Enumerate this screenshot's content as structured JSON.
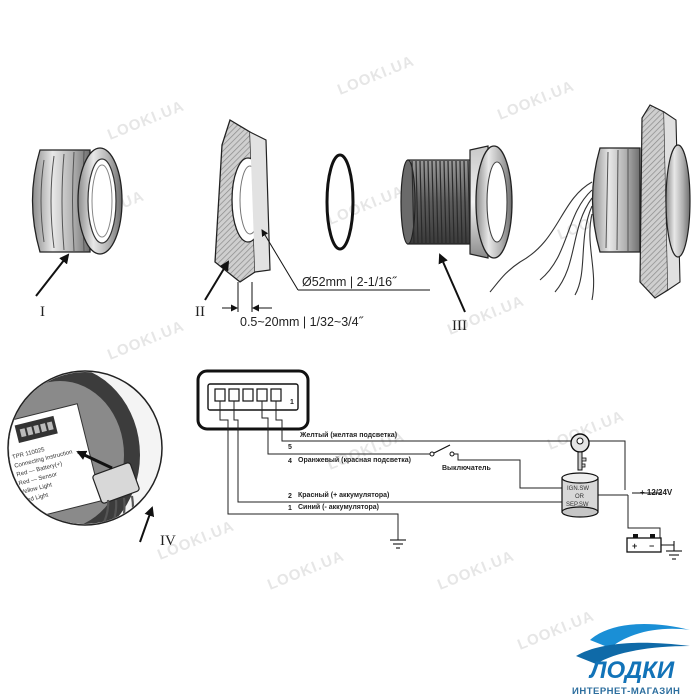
{
  "labels": {
    "part_1": "I",
    "part_2": "II",
    "part_3": "III",
    "part_4": "IV"
  },
  "dimensions": {
    "hole_diameter": "Ø52mm | 2-1/16˝",
    "panel_thickness": "0.5~20mm | 1/32~3/4˝"
  },
  "wiring": {
    "pin_1": "1",
    "pin_2": "2",
    "pin_4": "4",
    "pin_5": "5",
    "wire_1": "Синий (- аккумулятора)",
    "wire_2": "Красный (+ аккумулятора)",
    "wire_4": "Оранжевый (красная подсветка)",
    "wire_5": "Желтый (желтая подсветка)",
    "switch": "Выключатель",
    "ign_1": "IGN.SW",
    "ign_2": "OR",
    "ign_3": "SEP.SW",
    "voltage": "+ 12/24V",
    "battery_plus": "+",
    "battery_minus": "−"
  },
  "inset_sticker": [
    "TPR 110025",
    "Connecting Instruction",
    "Red — Battery(+)",
    "Red — Sensor",
    "Yellow Light",
    "Red Light"
  ],
  "watermark": "LOOKI.UA",
  "logo": {
    "name": "ЛОДКИ",
    "subtitle": "ИНТЕРНЕТ-МАГАЗИН"
  },
  "colors": {
    "line": "#222222",
    "metal_light": "#e8e8e8",
    "metal_mid": "#b4b4b4",
    "metal_dark": "#7a7a7a",
    "logo_blue": "#1273b8",
    "watermark": "#e6e6e6"
  }
}
